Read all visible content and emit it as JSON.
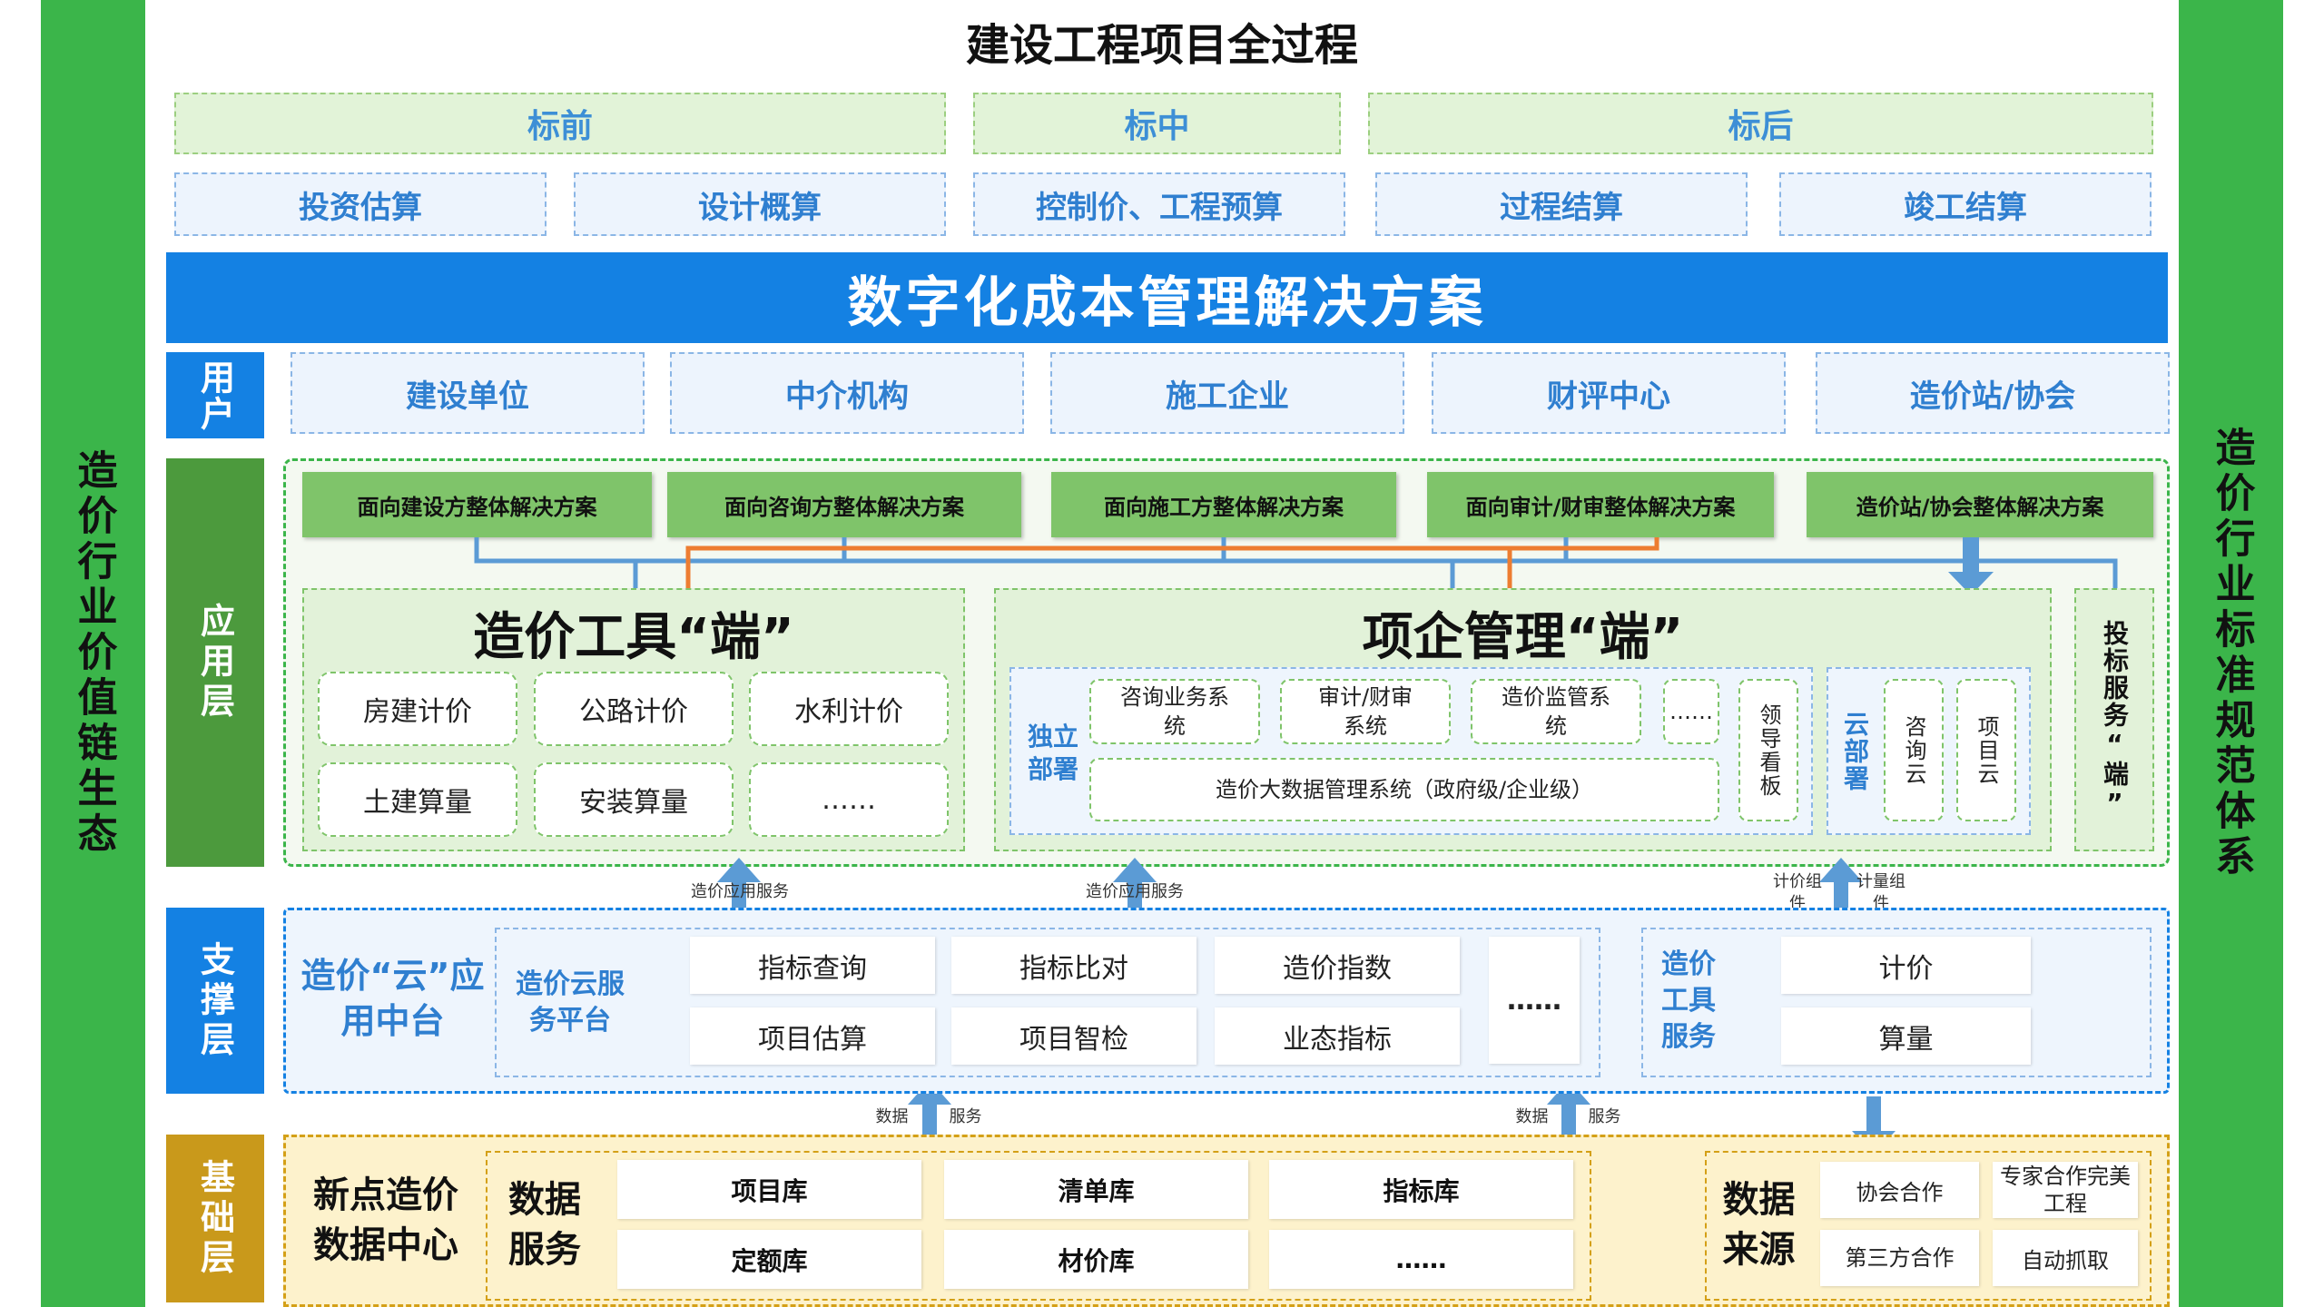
{
  "title": "建设工程项目全过程",
  "left_sidebar": "造价行业价值链生态",
  "right_sidebar": "造价行业标准规范体系",
  "phases": [
    "标前",
    "标中",
    "标后"
  ],
  "stages": [
    "投资估算",
    "设计概算",
    "控制价、工程预算",
    "过程结算",
    "竣工结算"
  ],
  "banner": "数字化成本管理解决方案",
  "layers": {
    "user": "用户",
    "app": "应用层",
    "support": "支撑层",
    "base": "基础层"
  },
  "users": [
    "建设单位",
    "中介机构",
    "施工企业",
    "财评中心",
    "造价站/协会"
  ],
  "solutions": [
    "面向建设方整体解决方案",
    "面向咨询方整体解决方案",
    "面向施工方整体解决方案",
    "面向审计/财审整体解决方案",
    "造价站/协会整体解决方案"
  ],
  "tool_end": {
    "title": "造价工具“端”",
    "items": [
      "房建计价",
      "公路计价",
      "水利计价",
      "土建算量",
      "安装算量",
      "……"
    ]
  },
  "enterprise_end": {
    "title": "项企管理“端”",
    "standalone": "独立部署",
    "systems": [
      "咨询业务系统",
      "审计/财审系统",
      "造价监管系统",
      "……"
    ],
    "bigdata": "造价大数据管理系统（政府级/企业级）",
    "dashboard": "领导看板",
    "cloud_label": "云部署",
    "clouds": [
      "咨询云",
      "项目云"
    ]
  },
  "bid_end": "投标服务“端”",
  "connector_labels": {
    "app_service_1": "造价应用服务",
    "app_service_2": "造价应用服务",
    "pricing_comp": "计价组件",
    "quantity_comp": "计量组件",
    "data_1": "数据",
    "service_1": "服务",
    "data_2": "数据",
    "service_2": "服务"
  },
  "support": {
    "platform": "造价“云”应用中台",
    "cloud_service": "造价云服务平台",
    "items": [
      "指标查询",
      "指标比对",
      "造价指数",
      "……",
      "项目估算",
      "项目智检",
      "业态指标"
    ],
    "tool_service": "造价工具服务",
    "tool_items": [
      "计价",
      "算量"
    ]
  },
  "base": {
    "center": "新点造价数据中心",
    "data_service": "数据服务",
    "libs": [
      "项目库",
      "清单库",
      "指标库",
      "定额库",
      "材价库",
      "……"
    ],
    "source": "数据来源",
    "sources": [
      "协会合作",
      "专家合作完美工程",
      "第三方合作",
      "自动抓取"
    ]
  },
  "colors": {
    "green": "#3bb54a",
    "blue": "#1481e3",
    "light_green": "#7fc46a",
    "gold": "#d4a017",
    "orange": "#ed7d31"
  }
}
